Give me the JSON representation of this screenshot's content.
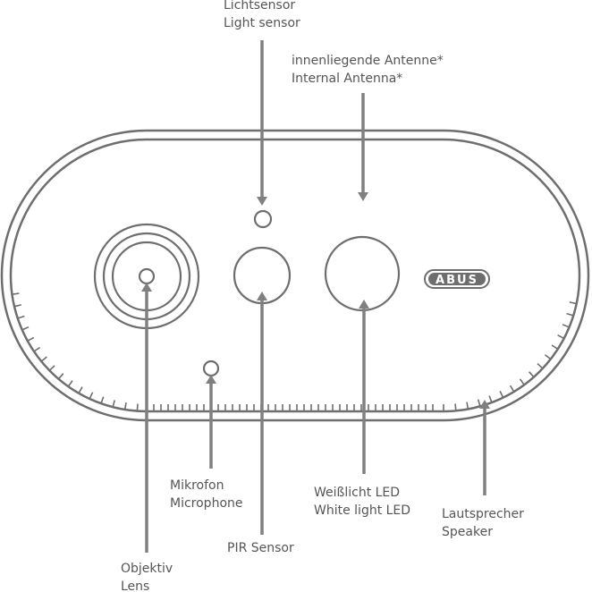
{
  "colors": {
    "outline": "#6e6e6e",
    "arrow": "#808080",
    "text": "#555555",
    "logo_bg": "#6e6e6e",
    "logo_text": "#ffffff"
  },
  "brand": {
    "logo_text": "ABUS"
  },
  "labels": {
    "light_sensor": {
      "de": "Lichtsensor",
      "en": "Light sensor"
    },
    "antenna": {
      "de": "innenliegende Antenne*",
      "en": "Internal Antenna*"
    },
    "microphone": {
      "de": "Mikrofon",
      "en": "Microphone"
    },
    "pir": {
      "en": "PIR Sensor"
    },
    "white_led": {
      "de": "Weißlicht LED",
      "en": "White light LED"
    },
    "speaker": {
      "de": "Lautsprecher",
      "en": "Speaker"
    },
    "lens": {
      "de": "Objektiv",
      "en": "Lens"
    }
  }
}
